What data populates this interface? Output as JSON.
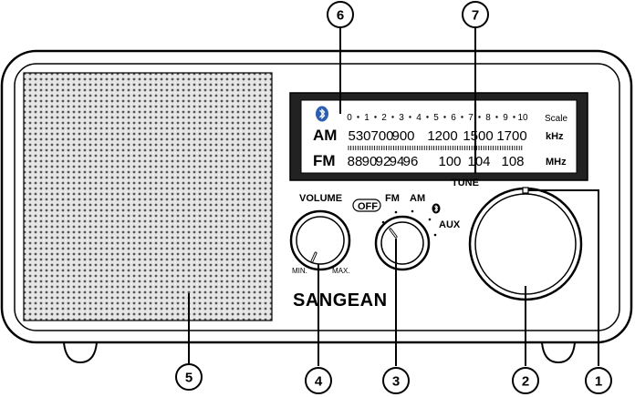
{
  "brand": "SANGEAN",
  "display": {
    "scale_numbers": [
      "0",
      "1",
      "2",
      "3",
      "4",
      "5",
      "6",
      "7",
      "8",
      "9",
      "10"
    ],
    "scale_label": "Scale",
    "am_label": "AM",
    "am_freqs": [
      "530",
      "700",
      "900",
      "1200",
      "1500",
      "1700"
    ],
    "am_unit": "kHz",
    "fm_label": "FM",
    "fm_freqs": [
      "88",
      "90",
      "92",
      "94",
      "96",
      "100",
      "104",
      "108"
    ],
    "fm_unit": "MHz"
  },
  "controls": {
    "volume_label": "VOLUME",
    "volume_min": "MIN.",
    "volume_max": "MAX.",
    "off_label": "OFF",
    "fm_label": "FM",
    "am_label": "AM",
    "aux_label": "AUX",
    "tune_label": "TUNE"
  },
  "callouts": [
    "1",
    "2",
    "3",
    "4",
    "5",
    "6",
    "7"
  ],
  "icons": [
    "bluetooth-icon",
    "bluetooth-icon"
  ]
}
